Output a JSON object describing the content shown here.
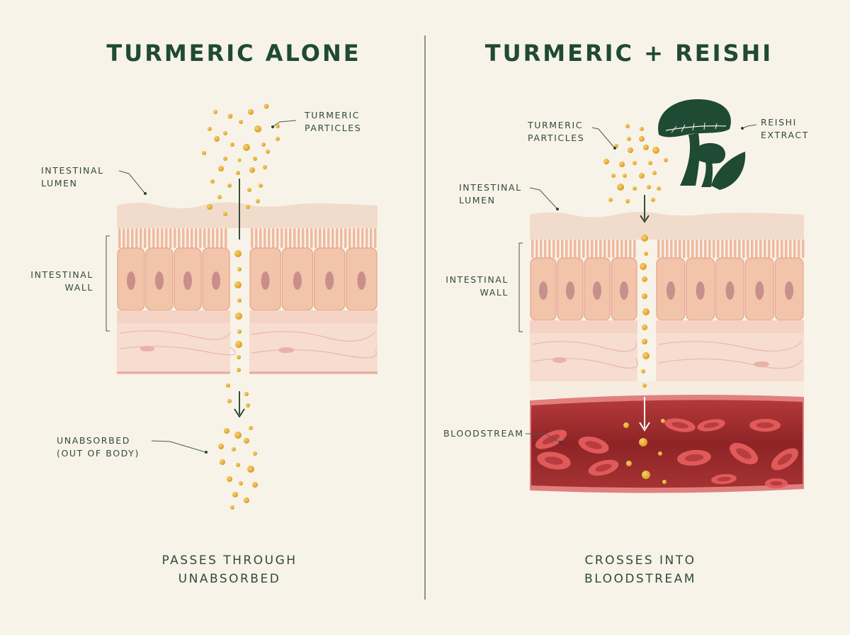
{
  "left_panel": {
    "title": "TURMERIC ALONE",
    "labels": {
      "particles": [
        "TURMERIC",
        "PARTICLES"
      ],
      "lumen": [
        "INTESTINAL",
        "LUMEN"
      ],
      "wall": [
        "INTESTINAL",
        "WALL"
      ],
      "unabsorbed": [
        "UNABSORBED",
        "(OUT OF BODY)"
      ]
    },
    "caption": [
      "PASSES THROUGH",
      "UNABSORBED"
    ]
  },
  "right_panel": {
    "title": "TURMERIC + REISHI",
    "labels": {
      "particles": [
        "TURMERIC",
        "PARTICLES"
      ],
      "extract": [
        "REISHI",
        "EXTRACT"
      ],
      "lumen": [
        "INTESTINAL",
        "LUMEN"
      ],
      "wall": [
        "INTESTINAL",
        "WALL"
      ],
      "bloodstream": "BLOODSTREAM"
    },
    "caption": [
      "CROSSES INTO",
      "BLOODSTREAM"
    ]
  },
  "colors": {
    "background": "#f8f3e8",
    "title_green": "#1f4a34",
    "particle": "#e8b43a",
    "cell": "#f2c4aa",
    "nucleus": "#c98f8b",
    "blood": "#9e2a2b",
    "red_cell": "#e05a5a"
  },
  "icons": [
    "reishi-mushroom-icon",
    "leaf-icon",
    "arrow-down-icon"
  ]
}
